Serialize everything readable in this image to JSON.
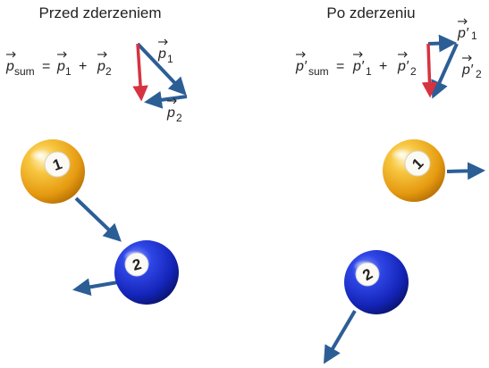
{
  "panels": {
    "before": {
      "title": "Przed zderzeniem",
      "equation": {
        "lhs_symbol": "p",
        "lhs_subscript": "sum",
        "equals": "=",
        "term1_symbol": "p",
        "term1_subscript": "1",
        "plus": "+",
        "term2_symbol": "p",
        "term2_subscript": "2"
      },
      "vector_labels": {
        "p1": {
          "symbol": "p",
          "subscript": "1"
        },
        "p2": {
          "symbol": "p",
          "subscript": "2"
        }
      },
      "balls": [
        {
          "number": "1",
          "kind": "yellow"
        },
        {
          "number": "2",
          "kind": "blue"
        }
      ]
    },
    "after": {
      "title": "Po zderzeniu",
      "equation": {
        "lhs_symbol": "p′",
        "lhs_subscript": "sum",
        "equals": "=",
        "term1_symbol": "p′",
        "term1_subscript": "1",
        "plus": "+",
        "term2_symbol": "p′",
        "term2_subscript": "2"
      },
      "vector_labels": {
        "p1": {
          "symbol": "p′",
          "subscript": "1"
        },
        "p2": {
          "symbol": "p′",
          "subscript": "2"
        }
      },
      "balls": [
        {
          "number": "1",
          "kind": "yellow"
        },
        {
          "number": "2",
          "kind": "blue"
        }
      ]
    }
  },
  "colors": {
    "momentum_arrow": "#2c5e96",
    "sum_arrow": "#d63340",
    "ball_yellow": "#f2b320",
    "ball_blue": "#1a2fc9",
    "text": "#222222"
  }
}
